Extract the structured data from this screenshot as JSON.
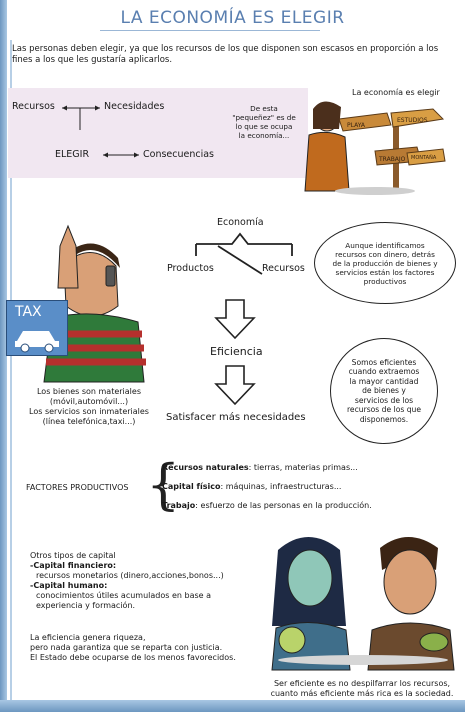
{
  "title": "LA ECONOMÍA ES ELEGIR",
  "intro": "Las personas deben elegir, ya que los recursos de los que disponen son escasos en proporción a los fines a los que les gustaría aplicarlos.",
  "diagram1": {
    "recursos": "Recursos",
    "necesidades": "Necesidades",
    "elegir": "ELEGIR",
    "consecuencias": "Consecuencias",
    "note": "De esta \"pequeñez\" es de lo que se ocupa la economía..."
  },
  "illus1": {
    "caption": "La economía es elegir",
    "signs": [
      "PLAYA",
      "ESTUDIOS",
      "TRABAJO",
      "MONTAÑA"
    ]
  },
  "economia_tree": {
    "root": "Economía",
    "left": "Productos",
    "right": "Recursos"
  },
  "bubble1": "Aunque identificamos recursos con dinero, detrás de la producción de bienes y servicios están los factores productivos",
  "flow": {
    "eficiencia": "Eficiencia",
    "satisfacer": "Satisfacer más necesidades"
  },
  "bubble2": "Somos eficientes cuando extraemos la mayor cantidad de bienes y servicios de los recursos de los que disponemos.",
  "taxi_sign": "TAX",
  "bienes_text": {
    "line1": "Los bienes son materiales",
    "line2": "(móvil,automóvil...)",
    "line3": "Los servicios son inmateriales",
    "line4": "(línea telefónica,taxi...)"
  },
  "factores": {
    "label": "FACTORES PRODUCTIVOS",
    "items": [
      {
        "name": "Recursos naturales",
        "desc": ": tierras, materias primas..."
      },
      {
        "name": "Capital físico",
        "desc": ": máquinas, infraestructuras..."
      },
      {
        "name": "Trabajo",
        "desc": ":  esfuerzo de las personas en la producción."
      }
    ]
  },
  "capital": {
    "heading": "Otros tipos de capital",
    "financiero_label": "-Capital financiero:",
    "financiero_desc": "recursos monetarios (dinero,acciones,bonos...)",
    "humano_label": "-Capital humano:",
    "humano_desc1": "conocimientos útiles acumulados en base a",
    "humano_desc2": "experiencia y formación."
  },
  "riqueza": {
    "line1": "La eficiencia genera riqueza,",
    "line2": "pero nada garantiza que se reparta con justicia.",
    "line3": "El Estado debe ocuparse de los menos favorecidos."
  },
  "bottom_caption": {
    "line1": "Ser eficiente es no despilfarrar los recursos,",
    "line2": "cuanto más eficiente más rica es la sociedad."
  },
  "colors": {
    "title_blue": "#5a7fb0",
    "band_pink": "#f1e7f1",
    "bar_blue": "#6d97c0"
  }
}
